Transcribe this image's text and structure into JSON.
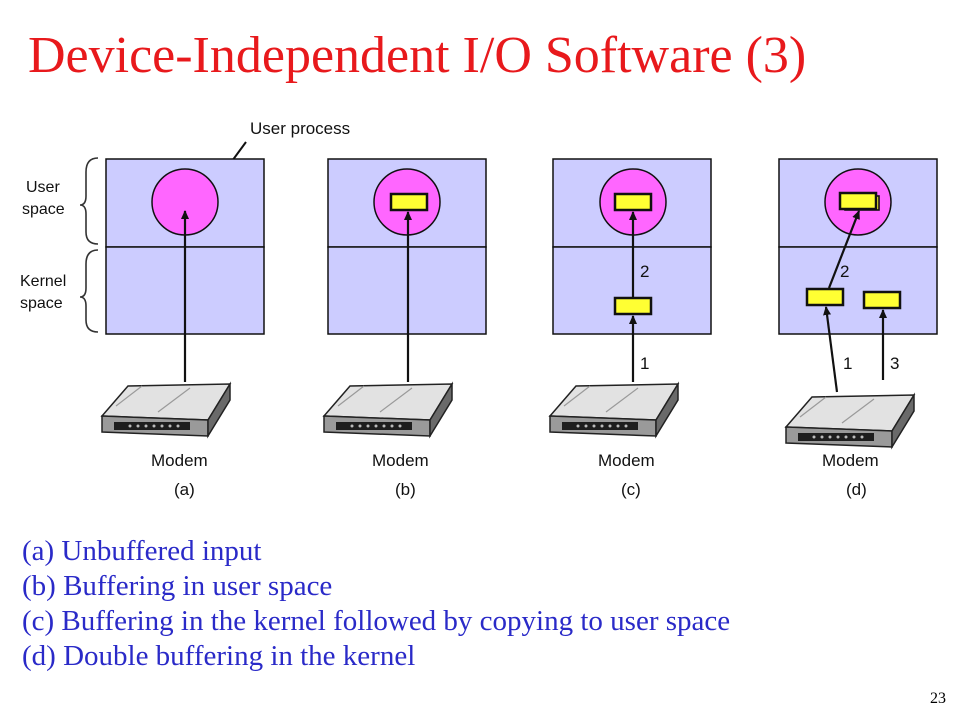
{
  "slide": {
    "title": "Device-Independent I/O Software (3)",
    "page_number": "23"
  },
  "diagram": {
    "user_process_label": "User process",
    "user_space_label": [
      "User",
      "space"
    ],
    "kernel_space_label": [
      "Kernel",
      "space"
    ],
    "modem_label": "Modem",
    "panels": [
      {
        "id": "a",
        "label": "(a)"
      },
      {
        "id": "b",
        "label": "(b)"
      },
      {
        "id": "c",
        "label": "(c)",
        "step_labels": [
          "2",
          "1"
        ]
      },
      {
        "id": "d",
        "label": "(d)",
        "step_labels": [
          "2",
          "1",
          "3"
        ]
      }
    ],
    "colors": {
      "space_fill": "#ccccff",
      "process_fill": "#ff66ff",
      "buffer_fill": "#ffff33",
      "modem_body": "#9a9a9a"
    }
  },
  "captions": [
    "(a) Unbuffered input",
    "(b) Buffering in user space",
    "(c) Buffering in the kernel followed by copying to user space",
    "(d) Double buffering in the kernel"
  ]
}
